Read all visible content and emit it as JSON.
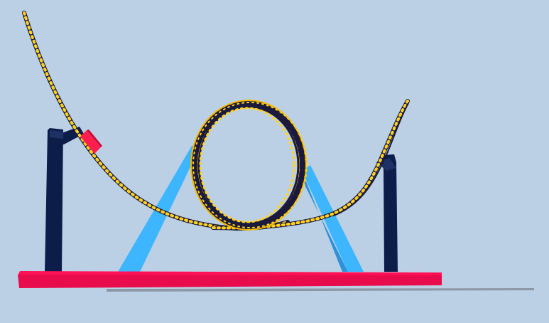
{
  "scene": {
    "background": "#bcd0e5",
    "colors": {
      "base_top": "#ff1155",
      "base_front": "#e80c4c",
      "base_shadow": "#7e8590",
      "post": "#0d1d4a",
      "post_highlight": "#1e3164",
      "strut": "#3db6ff",
      "strut_edge": "#2e92d8",
      "rail_dark": "#1b1a3c",
      "rail_tie": "#ffd21f",
      "loop_edge": "#f5b800",
      "cart": "#ff1f4f"
    },
    "objects": [
      {
        "name": "roller-coaster-track"
      },
      {
        "name": "vertical-loop"
      },
      {
        "name": "coaster-cart"
      },
      {
        "name": "support-post-left"
      },
      {
        "name": "support-post-right"
      },
      {
        "name": "support-struts"
      },
      {
        "name": "base-platform"
      }
    ]
  }
}
